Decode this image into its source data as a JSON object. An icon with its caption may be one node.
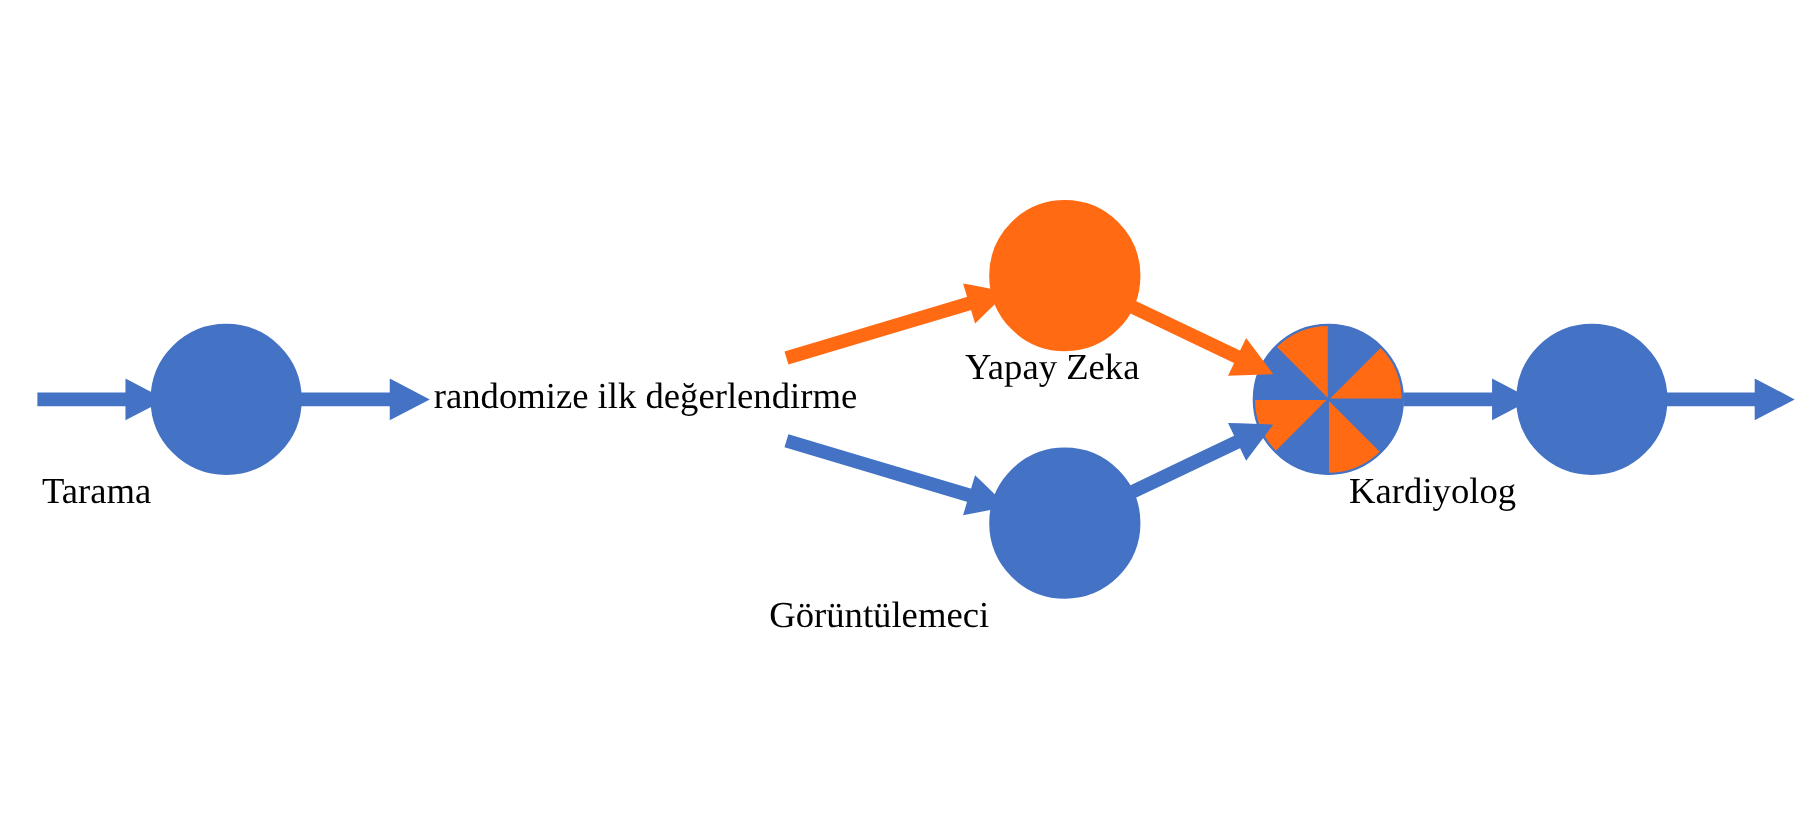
{
  "diagram": {
    "nodes": [
      {
        "text": [
          "Tarama"
        ]
      },
      {
        "text": [
          "randomize ilk değerlendirme"
        ]
      },
      {
        "text": [
          "Yapay Zeka"
        ]
      },
      {
        "text": [
          "Görüntülemeci"
        ]
      },
      {
        "text": [],
        "shape": "circle"
      },
      {
        "text": [
          "Kardiyolog"
        ]
      }
    ],
    "edges": [
      {
        "from": null,
        "to": 0,
        "arrow": "to"
      },
      {
        "from": 0,
        "to": 1,
        "arrow": "to"
      },
      {
        "from": 1,
        "to": 2,
        "arrow": "to",
        "color": "#ff6a13"
      },
      {
        "from": 1,
        "to": 3,
        "arrow": "to"
      },
      {
        "from": 2,
        "to": 4,
        "arrow": "to",
        "color": "#ff6a13"
      },
      {
        "from": 3,
        "to": 4,
        "arrow": "to"
      },
      {
        "from": 4,
        "to": 5,
        "arrow": "to"
      },
      {
        "from": 5,
        "to": null,
        "arrow": "to"
      }
    ]
  }
}
